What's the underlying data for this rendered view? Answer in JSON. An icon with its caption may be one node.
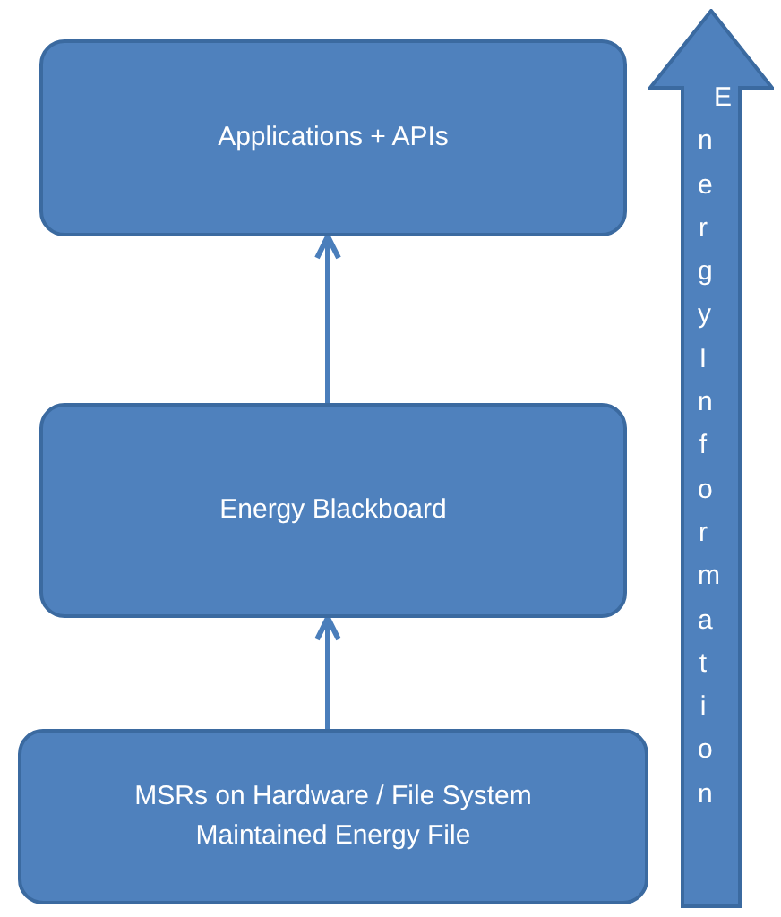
{
  "diagram": {
    "nodes": [
      {
        "text": [
          "Applications + APIs"
        ]
      },
      {
        "text": [
          "Energy Blackboard"
        ]
      },
      {
        "text": [
          "MSRs on Hardware / File System Maintained Energy File"
        ]
      },
      {
        "text": [
          "Energy Information"
        ]
      }
    ],
    "edges": [
      {
        "from": 1,
        "to": 0,
        "arrow": "to"
      },
      {
        "from": 2,
        "to": 1,
        "arrow": "to"
      }
    ]
  }
}
